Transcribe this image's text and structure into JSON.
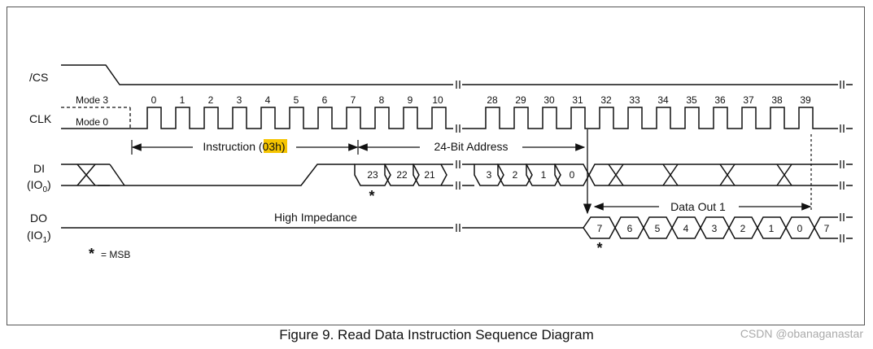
{
  "signals": {
    "cs": "/CS",
    "clk": "CLK",
    "di": "DI",
    "di_sub_pre": "(IO",
    "di_sub": "0",
    "di_sub_post": ")",
    "do": "DO",
    "do_sub_pre": "(IO",
    "do_sub": "1",
    "do_sub_post": ")"
  },
  "modes": {
    "mode3": "Mode 3",
    "mode0": "Mode 0"
  },
  "clock_numbers": [
    "0",
    "1",
    "2",
    "3",
    "4",
    "5",
    "6",
    "7",
    "8",
    "9",
    "10",
    "28",
    "29",
    "30",
    "31",
    "32",
    "33",
    "34",
    "35",
    "36",
    "37",
    "38",
    "39"
  ],
  "spans": {
    "instruction_pre": "Instruction (",
    "instruction_code": "03h",
    "instruction_post": ")",
    "address": "24-Bit Address",
    "data_out": "Data Out 1"
  },
  "di_bits": [
    "23",
    "22",
    "21",
    "3",
    "2",
    "1",
    "0"
  ],
  "do_bits": [
    "7",
    "6",
    "5",
    "4",
    "3",
    "2",
    "1",
    "0",
    "7"
  ],
  "high_impedance": "High Impedance",
  "msb_star": "*",
  "legend": {
    "star": "*",
    "text": "= MSB"
  },
  "caption": "Figure 9. Read Data Instruction Sequence Diagram",
  "watermark": "CSDN @obanaganastar",
  "colors": {
    "highlight": "#f5c400",
    "line": "#111111",
    "frame": "#555555"
  }
}
